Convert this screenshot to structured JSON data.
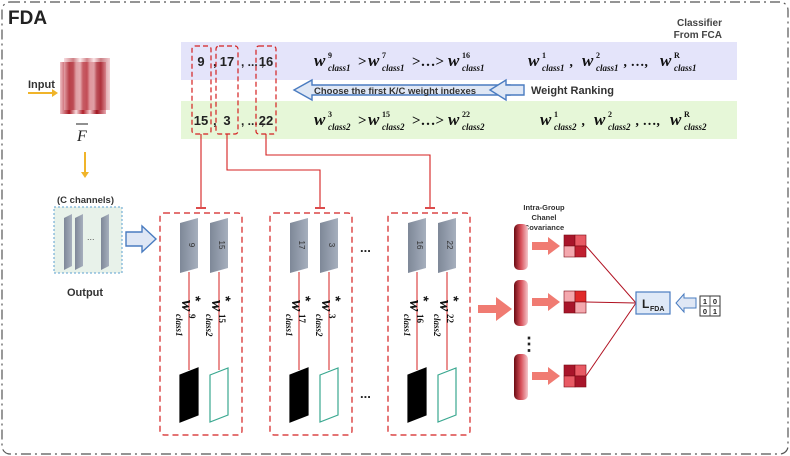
{
  "title": "FDA",
  "classifier_label": [
    "Classifier",
    "From FCA"
  ],
  "input_label": "Input",
  "feature_symbol": "F",
  "channels_label": "(C channels)",
  "channel_dots": "...",
  "output_label": "Output",
  "row1": {
    "indexes": [
      "9",
      "17",
      "16"
    ],
    "separator_mid": ", ... ,",
    "ranking": {
      "superscripts": [
        "9",
        "7",
        "16"
      ],
      "class_sub": "class1"
    },
    "weights": {
      "superscripts": [
        "1",
        "2",
        "R"
      ],
      "class_sub": "class1"
    }
  },
  "row2": {
    "indexes": [
      "15",
      "3",
      "22"
    ],
    "separator_mid": ", ... ,",
    "ranking": {
      "superscripts": [
        "3",
        "15",
        "22"
      ],
      "class_sub": "class2"
    },
    "weights": {
      "superscripts": [
        "1",
        "2",
        "R"
      ],
      "class_sub": "class2"
    }
  },
  "select_text": "Choose the first K/C weight indexes",
  "weight_ranking_label": "Weight Ranking",
  "groups": [
    {
      "channels": [
        "9",
        "15"
      ],
      "weights": [
        {
          "sup": "9",
          "sub": "class1"
        },
        {
          "sup": "15",
          "sub": "class2"
        }
      ]
    },
    {
      "channels": [
        "17",
        "3"
      ],
      "weights": [
        {
          "sup": "17",
          "sub": "class1"
        },
        {
          "sup": "3",
          "sub": "class2"
        }
      ]
    },
    {
      "channels": [
        "16",
        "22"
      ],
      "weights": [
        {
          "sup": "16",
          "sub": "class1"
        },
        {
          "sup": "22",
          "sub": "class2"
        }
      ]
    }
  ],
  "group_dots": "...",
  "intra_group_label": [
    "Intra-Group",
    "Chanel",
    "Covariance"
  ],
  "vertical_dots": "⋮",
  "loss_label": {
    "main": "L",
    "sub": "FDA"
  },
  "identity_matrix": [
    [
      "1",
      "0"
    ],
    [
      "0",
      "1"
    ]
  ],
  "colors": {
    "row1_bg": "#e4e4fa",
    "row2_bg": "#e6f7d8",
    "red": "#d42020",
    "arrow_blue": "#4a7cc0",
    "arrow_salmon": "#f07b72",
    "teal": "#3aa890",
    "slate": "#8d97a8"
  }
}
